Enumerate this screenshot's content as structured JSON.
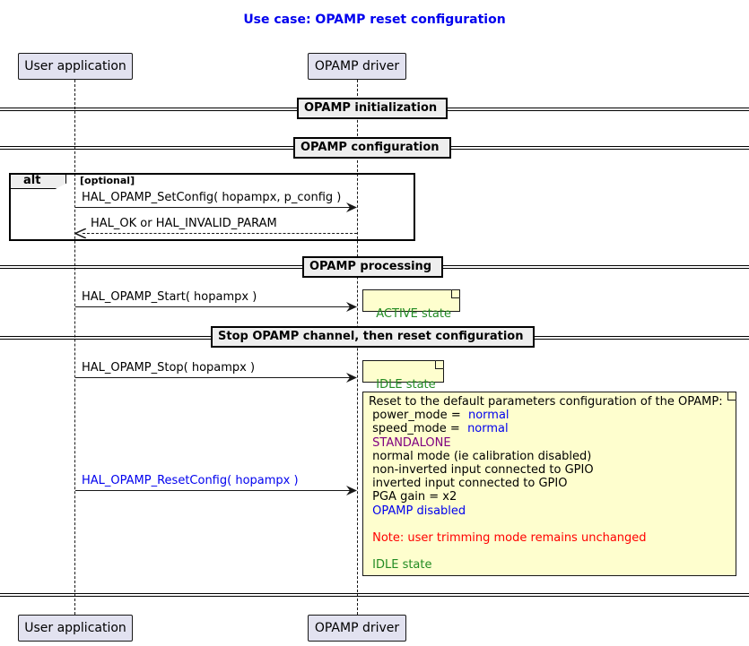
{
  "title": "Use case: OPAMP reset configuration",
  "participants": [
    {
      "name": "User application"
    },
    {
      "name": "OPAMP driver"
    }
  ],
  "dividers": [
    {
      "label": "OPAMP initialization"
    },
    {
      "label": "OPAMP configuration"
    },
    {
      "label": "OPAMP processing"
    },
    {
      "label": "Stop OPAMP channel, then reset configuration"
    }
  ],
  "alt": {
    "keyword": "alt",
    "guard": "[optional]"
  },
  "messages": [
    {
      "label": "HAL_OPAMP_SetConfig( hopampx, p_config )",
      "from": "User application",
      "to": "OPAMP driver",
      "style": "solid"
    },
    {
      "label": "HAL_OK or HAL_INVALID_PARAM",
      "from": "OPAMP driver",
      "to": "User application",
      "style": "dashed"
    },
    {
      "label": "HAL_OPAMP_Start( hopampx )",
      "from": "User application",
      "to": "OPAMP driver",
      "style": "solid"
    },
    {
      "label": "HAL_OPAMP_Stop( hopampx )",
      "from": "User application",
      "to": "OPAMP driver",
      "style": "solid"
    },
    {
      "label": "HAL_OPAMP_ResetConfig( hopampx )",
      "from": "User application",
      "to": "OPAMP driver",
      "style": "solid",
      "color": "#0000ee"
    }
  ],
  "notes": {
    "start": "ACTIVE state",
    "stop": "IDLE state",
    "reset": {
      "line1": "Reset to the default parameters configuration of the OPAMP:",
      "power_prefix": " power_mode = ",
      "power_value": " normal",
      "speed_prefix": " speed_mode = ",
      "speed_value": " normal",
      "standalone": " STANDALONE",
      "normal_mode": " normal mode (ie calibration disabled)",
      "non_inverted": " non-inverted input connected to GPIO",
      "inverted": " inverted input connected to GPIO",
      "pga": " PGA gain = x2",
      "disabled": " OPAMP disabled",
      "trimming": " Note: user trimming mode remains unchanged",
      "state": " IDLE state"
    }
  },
  "colors": {
    "title": "#0000ee",
    "participant_bg": "#e2e2f0",
    "note_bg": "#fefece",
    "state_green": "#228b22",
    "value_blue": "#0000ee",
    "standalone_purple": "#800080",
    "warning_red": "#ff0000"
  }
}
